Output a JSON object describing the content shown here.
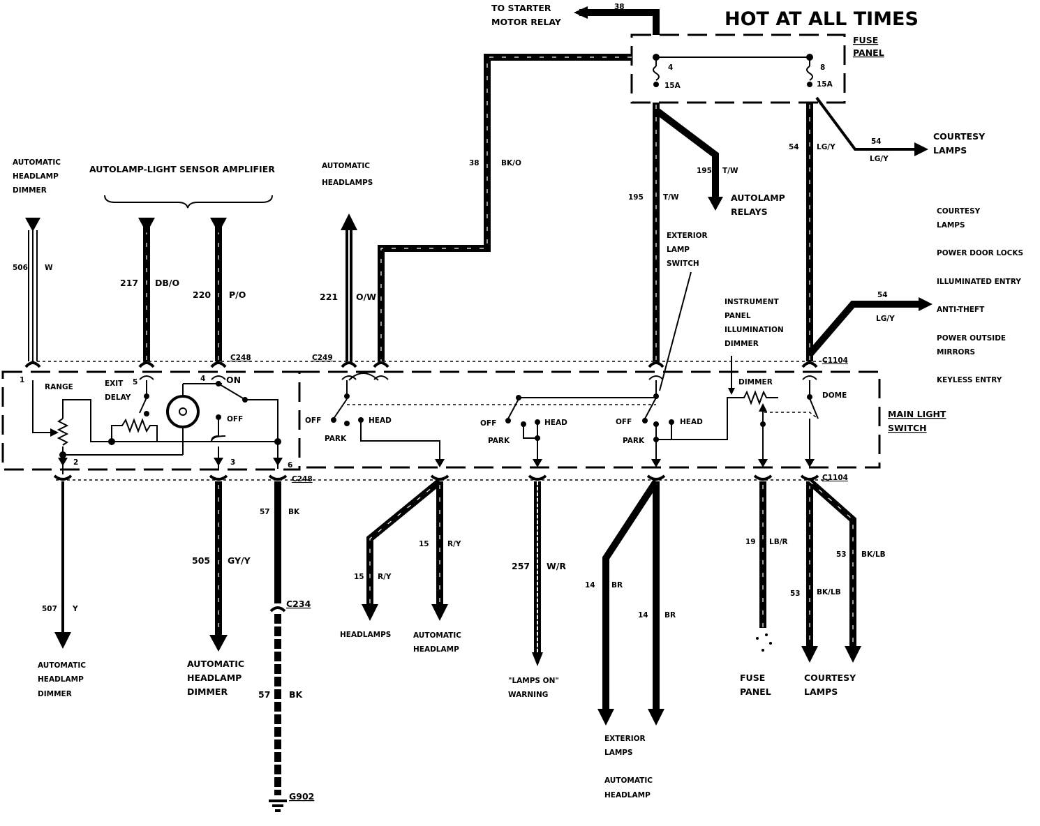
{
  "title": "HOT AT ALL TIMES",
  "fuse_panel": {
    "label_1": "FUSE",
    "label_2": "PANEL",
    "fuses": [
      {
        "number": "4",
        "rating": "15A"
      },
      {
        "number": "8",
        "rating": "15A"
      }
    ]
  },
  "main_switch": {
    "label_1": "MAIN LIGHT",
    "label_2": "SWITCH"
  },
  "groups": {
    "amplifier": "AUTOLAMP-LIGHT SENSOR AMPLIFIER"
  },
  "destinations": {
    "starter_1": "TO STARTER",
    "starter_2": "MOTOR RELAY",
    "dimmer_top_1": "AUTOMATIC",
    "dimmer_top_2": "HEADLAMP",
    "dimmer_top_3": "DIMMER",
    "auto_headlamps_1": "AUTOMATIC",
    "auto_headlamps_2": "HEADLAMPS",
    "courtesy_1": "COURTESY",
    "courtesy_2": "LAMPS",
    "autolamp_relays_1": "AUTOLAMP",
    "autolamp_relays_2": "RELAYS",
    "ext_switch_1": "EXTERIOR",
    "ext_switch_2": "LAMP",
    "ext_switch_3": "SWITCH",
    "ipid_1": "INSTRUMENT",
    "ipid_2": "PANEL",
    "ipid_3": "ILLUMINATION",
    "ipid_4": "DIMMER",
    "bottom_dimmer1_1": "AUTOMATIC",
    "bottom_dimmer1_2": "HEADLAMP",
    "bottom_dimmer1_3": "DIMMER",
    "bottom_dimmer2_1": "AUTOMATIC",
    "bottom_dimmer2_2": "HEADLAMP",
    "bottom_dimmer2_3": "DIMMER",
    "headlamps": "HEADLAMPS",
    "auto_headlamp_1": "AUTOMATIC",
    "auto_headlamp_2": "HEADLAMP",
    "lamps_on_1": "\"LAMPS ON\"",
    "lamps_on_2": "WARNING",
    "exterior_1": "EXTERIOR",
    "exterior_2": "LAMPS",
    "exterior_3": "AUTOMATIC",
    "exterior_4": "HEADLAMP",
    "fuse_bottom_1": "FUSE",
    "fuse_bottom_2": "PANEL",
    "courtesy_bottom_1": "COURTESY",
    "courtesy_bottom_2": "LAMPS"
  },
  "right_list": [
    "COURTESY",
    "LAMPS",
    "POWER DOOR LOCKS",
    "ILLUMINATED ENTRY",
    "ANTI-THEFT",
    "POWER OUTSIDE",
    "MIRRORS",
    "KEYLESS ENTRY"
  ],
  "connectors": {
    "c248_top": "C248",
    "c248_bottom": "C248",
    "c249": "C249",
    "c1104_top": "C1104",
    "c1104_bottom": "C1104",
    "c234": "C234",
    "g902": "G902"
  },
  "pins": {
    "p1": "1",
    "p2": "2",
    "p3": "3",
    "p4": "4",
    "p5": "5",
    "p6": "6"
  },
  "switch_labels": {
    "range": "RANGE",
    "exit_1": "EXIT",
    "exit_2": "DELAY",
    "on": "ON",
    "off": "OFF",
    "off_a": "OFF",
    "park_a": "PARK",
    "head_a": "HEAD",
    "off_b": "OFF",
    "park_b": "PARK",
    "head_b": "HEAD",
    "off_c": "OFF",
    "park_c": "PARK",
    "head_c": "HEAD",
    "dimmer": "DIMMER",
    "dome": "DOME"
  },
  "wires": {
    "w38_top": {
      "circuit": "38"
    },
    "w38": {
      "circuit": "38",
      "color": "BK/O"
    },
    "w195_a": {
      "circuit": "195",
      "color": "T/W"
    },
    "w195_b": {
      "circuit": "195",
      "color": "T/W"
    },
    "w54_a": {
      "circuit": "54",
      "color": "LG/Y"
    },
    "w54_b": {
      "circuit": "54",
      "color": "LG/Y"
    },
    "w54_c": {
      "circuit": "54",
      "color": "LG/Y"
    },
    "w506": {
      "circuit": "506",
      "color": "W"
    },
    "w217": {
      "circuit": "217",
      "color": "DB/O"
    },
    "w220": {
      "circuit": "220",
      "color": "P/O"
    },
    "w221": {
      "circuit": "221",
      "color": "O/W"
    },
    "w507": {
      "circuit": "507",
      "color": "Y"
    },
    "w505": {
      "circuit": "505",
      "color": "GY/Y"
    },
    "w57_a": {
      "circuit": "57",
      "color": "BK"
    },
    "w57_b": {
      "circuit": "57",
      "color": "BK"
    },
    "w15_a": {
      "circuit": "15",
      "color": "R/Y"
    },
    "w15_b": {
      "circuit": "15",
      "color": "R/Y"
    },
    "w257": {
      "circuit": "257",
      "color": "W/R"
    },
    "w14_a": {
      "circuit": "14",
      "color": "BR"
    },
    "w14_b": {
      "circuit": "14",
      "color": "BR"
    },
    "w19": {
      "circuit": "19",
      "color": "LB/R"
    },
    "w53_a": {
      "circuit": "53",
      "color": "BK/LB"
    },
    "w53_b": {
      "circuit": "53",
      "color": "BK/LB"
    }
  }
}
